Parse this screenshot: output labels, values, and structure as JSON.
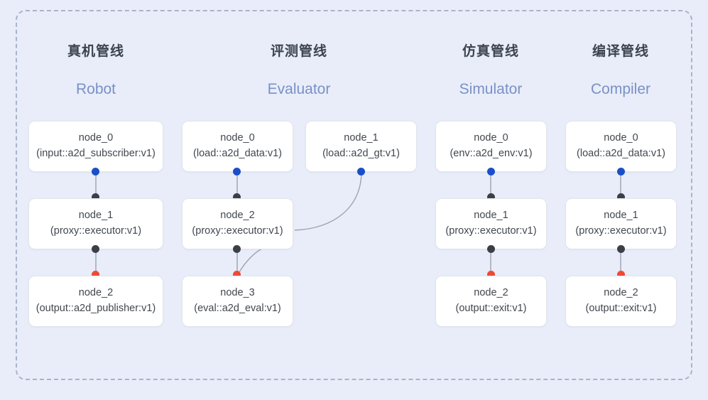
{
  "panel": {
    "label": "pipeline-overview"
  },
  "columns": [
    {
      "id": "robot",
      "title_cn": "真机管线",
      "title_en": "Robot",
      "nodes": [
        {
          "name": "node_0",
          "spec": "(input::a2d_subscriber:v1)"
        },
        {
          "name": "node_1",
          "spec": "(proxy::executor:v1)"
        },
        {
          "name": "node_2",
          "spec": "(output::a2d_publisher:v1)"
        }
      ]
    },
    {
      "id": "evaluator",
      "title_cn": "评测管线",
      "title_en": "Evaluator",
      "nodes": [
        {
          "name": "node_0",
          "spec": "(load::a2d_data:v1)"
        },
        {
          "name": "node_1",
          "spec": "(load::a2d_gt:v1)"
        },
        {
          "name": "node_2",
          "spec": "(proxy::executor:v1)"
        },
        {
          "name": "node_3",
          "spec": "(eval::a2d_eval:v1)"
        }
      ]
    },
    {
      "id": "simulator",
      "title_cn": "仿真管线",
      "title_en": "Simulator",
      "nodes": [
        {
          "name": "node_0",
          "spec": "(env::a2d_env:v1)"
        },
        {
          "name": "node_1",
          "spec": "(proxy::executor:v1)"
        },
        {
          "name": "node_2",
          "spec": "(output::exit:v1)"
        }
      ]
    },
    {
      "id": "compiler",
      "title_cn": "编译管线",
      "title_en": "Compiler",
      "nodes": [
        {
          "name": "node_0",
          "spec": "(load::a2d_data:v1)"
        },
        {
          "name": "node_1",
          "spec": "(proxy::executor:v1)"
        },
        {
          "name": "node_2",
          "spec": "(output::exit:v1)"
        }
      ]
    }
  ],
  "colors": {
    "background": "#e8edf9",
    "panel_border": "#a9b4c9",
    "node_fill": "#ffffff",
    "node_border": "#e2e5ea",
    "port_in": "#1b4fc9",
    "port_mid": "#3b3f46",
    "port_out": "#ef4a34",
    "edge": "#9aa3b2",
    "title_cn": "#3c4450",
    "title_en": "#7a90c6",
    "node_text": "#42474e"
  }
}
